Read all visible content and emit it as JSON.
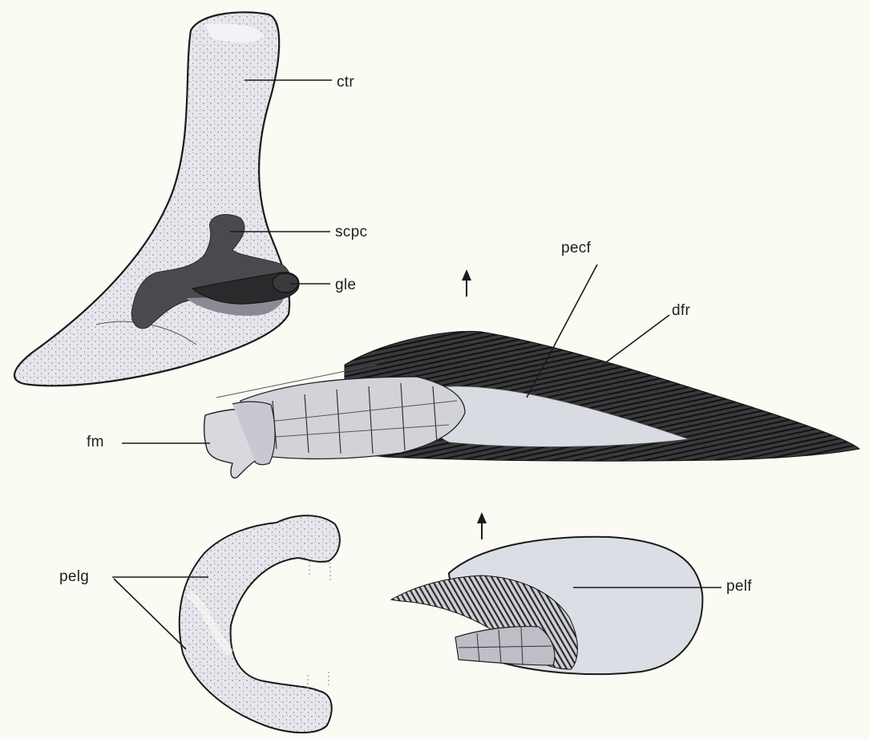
{
  "figure": {
    "labels": {
      "ctr": "ctr",
      "scpc": "scpc",
      "gle": "gle",
      "pecf": "pecf",
      "dfr": "dfr",
      "fm": "fm",
      "pelg": "pelg",
      "pelf": "pelf"
    },
    "colors": {
      "background": "#fbfaf3",
      "bone_fill": "#e6e7ec",
      "outline": "#1a1a1a",
      "cartilage_dark": "#4a4a4e",
      "fin_rays": "#2a2a2c",
      "fin_membrane": "#d9dbe2"
    }
  }
}
